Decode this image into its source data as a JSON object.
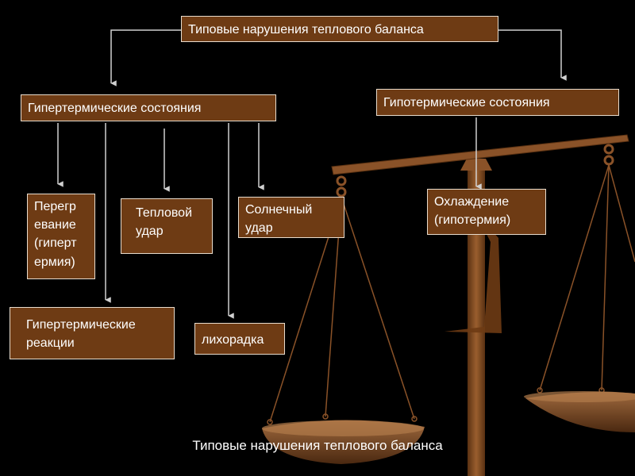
{
  "diagram": {
    "root": "Типовые нарушения теплового баланса",
    "left_branch": "Гипертермические состояния",
    "right_branch": "Гипотермические состояния",
    "left_children": {
      "overheating": "Перегр евание (гиперт ермия)",
      "heat_stroke": "Тепловой удар",
      "sun_stroke": "Солнечный удар",
      "reactions": "Гипертермические реакции",
      "fever": "лихорадка"
    },
    "right_children": {
      "cooling": "Охлаждение (гипотермия)"
    },
    "caption": "Типовые нарушения теплового баланса"
  },
  "colors": {
    "background": "#000000",
    "box_fill": "#6e3b14",
    "box_border": "#e8dccd",
    "connector": "#d0d0d0",
    "scales_bronze": "#8a5228"
  },
  "icons": [
    "balance-scales-icon"
  ]
}
